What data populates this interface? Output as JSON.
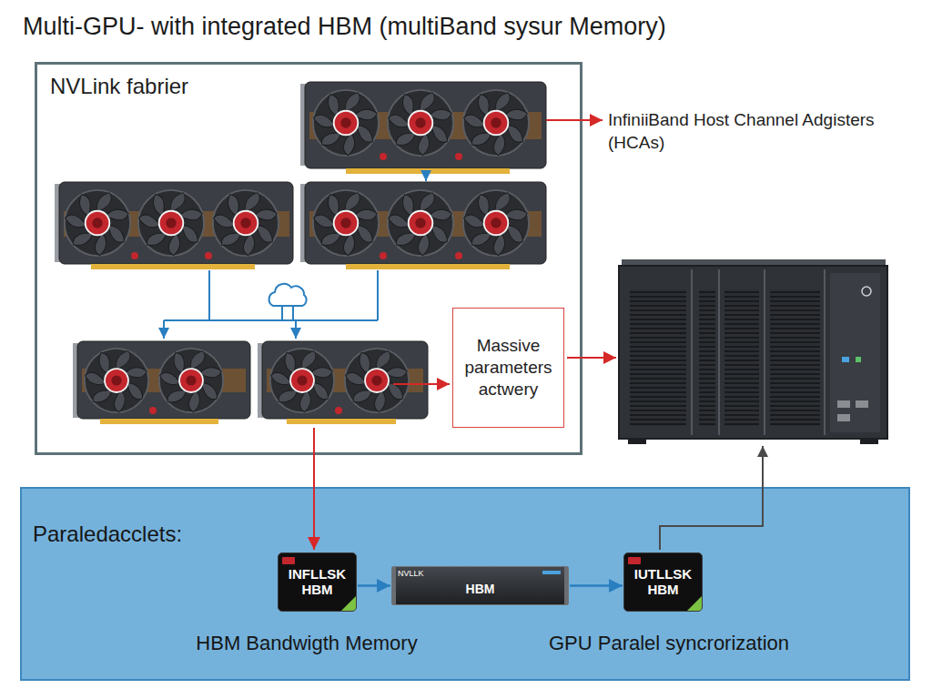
{
  "diagram": {
    "title": "Multi-GPU- with integrated HBM (multiBand sysur Memory)",
    "nodes": [
      {
        "text": [
          "NVLink fabrier"
        ]
      },
      {
        "text": [
          "Massive parameters actwery"
        ],
        "in": 0
      },
      {
        "text": [
          "Paraledacclets:"
        ]
      },
      {
        "text": [
          "INFLLSK HBM"
        ],
        "in": 2
      },
      {
        "text": [
          "NVLLK",
          "HBM"
        ],
        "in": 2
      },
      {
        "text": [
          "IUTLLSK HBM"
        ],
        "in": 2
      }
    ],
    "edges": [
      {
        "from": 3,
        "to": 4,
        "arrow": "to"
      },
      {
        "from": 4,
        "to": 5,
        "arrow": "to"
      }
    ],
    "labels": [
      "InfiniiBand Host Channel Adgisters (HCAs)",
      "HBM Bandwigth Memory",
      "GPU Paralel syncrorization"
    ]
  }
}
